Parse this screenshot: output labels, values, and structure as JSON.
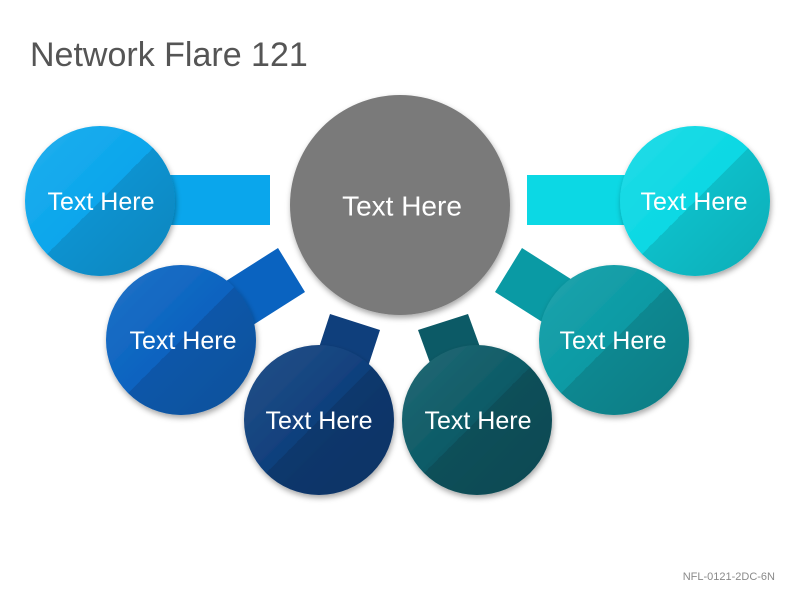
{
  "slide": {
    "title": "Network Flare 121",
    "code": "NFL-0121-2DC-6N"
  },
  "diagram": {
    "center": {
      "label": "Text Here",
      "color": "#7a7a7a"
    },
    "nodes": [
      {
        "id": "left-top",
        "label": "Text Here",
        "color": "#0aa6ec",
        "dark": "#0b8fd2"
      },
      {
        "id": "left-middle",
        "label": "Text Here",
        "color": "#0a63c0",
        "dark": "#0a4fa0"
      },
      {
        "id": "left-bottom",
        "label": "Text Here",
        "color": "#0f3f7c",
        "dark": "#0a2a5a"
      },
      {
        "id": "right-bottom",
        "label": "Text Here",
        "color": "#0c5a66",
        "dark": "#07434e"
      },
      {
        "id": "right-middle",
        "label": "Text Here",
        "color": "#0a9aa4",
        "dark": "#077a86"
      },
      {
        "id": "right-top",
        "label": "Text Here",
        "color": "#0cd8e4",
        "dark": "#0ab9cc"
      }
    ]
  }
}
